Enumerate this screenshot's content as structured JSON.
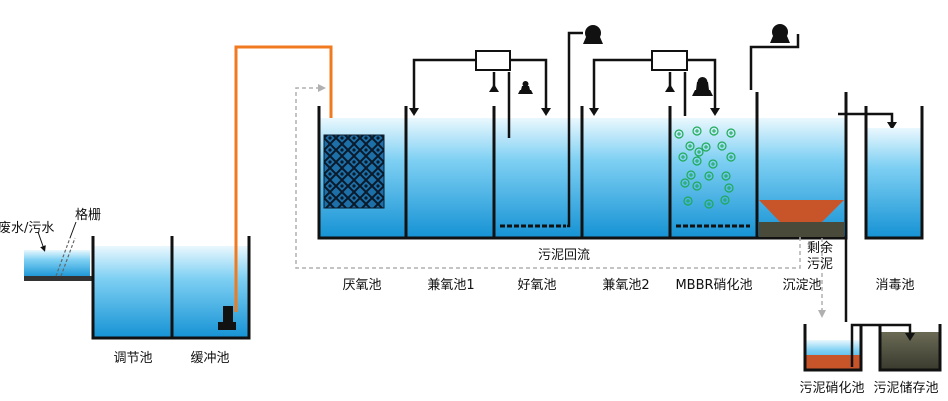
{
  "labels": {
    "wastewater": "废水/污水",
    "grille": "格栅",
    "regulating_tank": "调节池",
    "buffer_tank": "缓冲池",
    "anaerobic_tank": "厌氧池",
    "anoxic_tank_1": "兼氧池1",
    "aerobic_tank": "好氧池",
    "anoxic_tank_2": "兼氧池2",
    "mbbr_tank": "MBBR硝化池",
    "sedimentation_tank": "沉淀池",
    "disinfection_tank": "消毒池",
    "sludge_return": "污泥回流",
    "excess_sludge_1": "剩余",
    "excess_sludge_2": "污泥",
    "sludge_digestion_tank": "污泥硝化池",
    "sludge_storage_tank": "污泥储存池"
  },
  "colors": {
    "water_top": "#e8f7fd",
    "water_bottom": "#1b9ad9",
    "orange_pipe": "#f07a20",
    "sludge": "#c8552a",
    "storage": "#4a4a3a",
    "mbbr_media": "#1faa55",
    "dashed_line": "#b0b0b0"
  }
}
